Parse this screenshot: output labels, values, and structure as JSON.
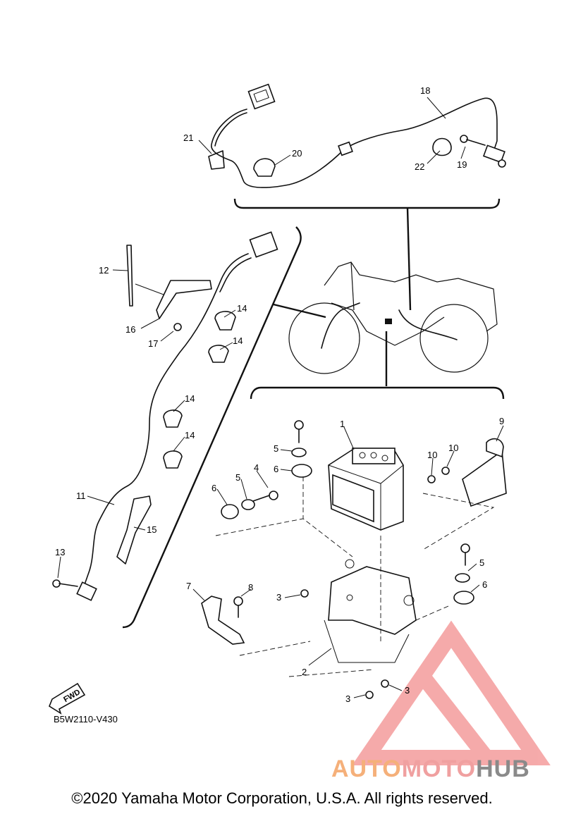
{
  "diagram": {
    "code": "B5W2110-V430",
    "copyright": "©2020 Yamaha Motor Corporation, U.S.A. All rights reserved.",
    "fwd_label": "FWD"
  },
  "callouts": {
    "c1": "1",
    "c2": "2",
    "c3a": "3",
    "c3b": "3",
    "c3c": "3",
    "c4": "4",
    "c5a": "5",
    "c5b": "5",
    "c5c": "5",
    "c6a": "6",
    "c6b": "6",
    "c6c": "6",
    "c7": "7",
    "c8": "8",
    "c9": "9",
    "c10a": "10",
    "c10b": "10",
    "c11": "11",
    "c12": "12",
    "c13": "13",
    "c14a": "14",
    "c14b": "14",
    "c14c": "14",
    "c14d": "14",
    "c15": "15",
    "c16": "16",
    "c17": "17",
    "c18": "18",
    "c19": "19",
    "c20": "20",
    "c21": "21",
    "c22": "22"
  },
  "watermark": {
    "part_a": "AUTO",
    "part_b": "MOTO",
    "part_c": "HUB",
    "colors": {
      "orange": "#f5b07a",
      "pink": "#f0a0a0",
      "gray": "#8a8a8a"
    }
  }
}
